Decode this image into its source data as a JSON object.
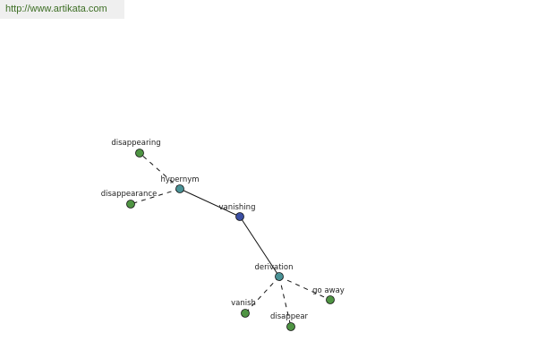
{
  "banner": {
    "url_text": "http://www.artikata.com"
  },
  "colors": {
    "center_node": "#3b4fa3",
    "relation_node": "#4a9296",
    "leaf_node": "#4f9443",
    "node_outline": "#111111",
    "edge": "#111111",
    "banner_bg": "#efefef",
    "banner_text": "#3d6e24"
  },
  "graph": {
    "nodes": [
      {
        "id": "vanishing",
        "label": "vanishing",
        "kind": "center"
      },
      {
        "id": "hypernym",
        "label": "hypernym",
        "kind": "relation"
      },
      {
        "id": "derivation",
        "label": "derivation",
        "kind": "relation"
      },
      {
        "id": "disappearing",
        "label": "disappearing",
        "kind": "leaf"
      },
      {
        "id": "disappearance",
        "label": "disappearance",
        "kind": "leaf"
      },
      {
        "id": "go-away",
        "label": "go away",
        "kind": "leaf"
      },
      {
        "id": "vanish",
        "label": "vanish",
        "kind": "leaf"
      },
      {
        "id": "disappear",
        "label": "disappear",
        "kind": "leaf"
      }
    ],
    "edges": [
      {
        "from": "vanishing",
        "to": "hypernym",
        "style": "solid"
      },
      {
        "from": "vanishing",
        "to": "derivation",
        "style": "solid"
      },
      {
        "from": "hypernym",
        "to": "disappearing",
        "style": "dashed"
      },
      {
        "from": "hypernym",
        "to": "disappearance",
        "style": "dashed"
      },
      {
        "from": "derivation",
        "to": "go-away",
        "style": "dashed"
      },
      {
        "from": "derivation",
        "to": "vanish",
        "style": "dashed"
      },
      {
        "from": "derivation",
        "to": "disappear",
        "style": "dashed"
      }
    ]
  }
}
